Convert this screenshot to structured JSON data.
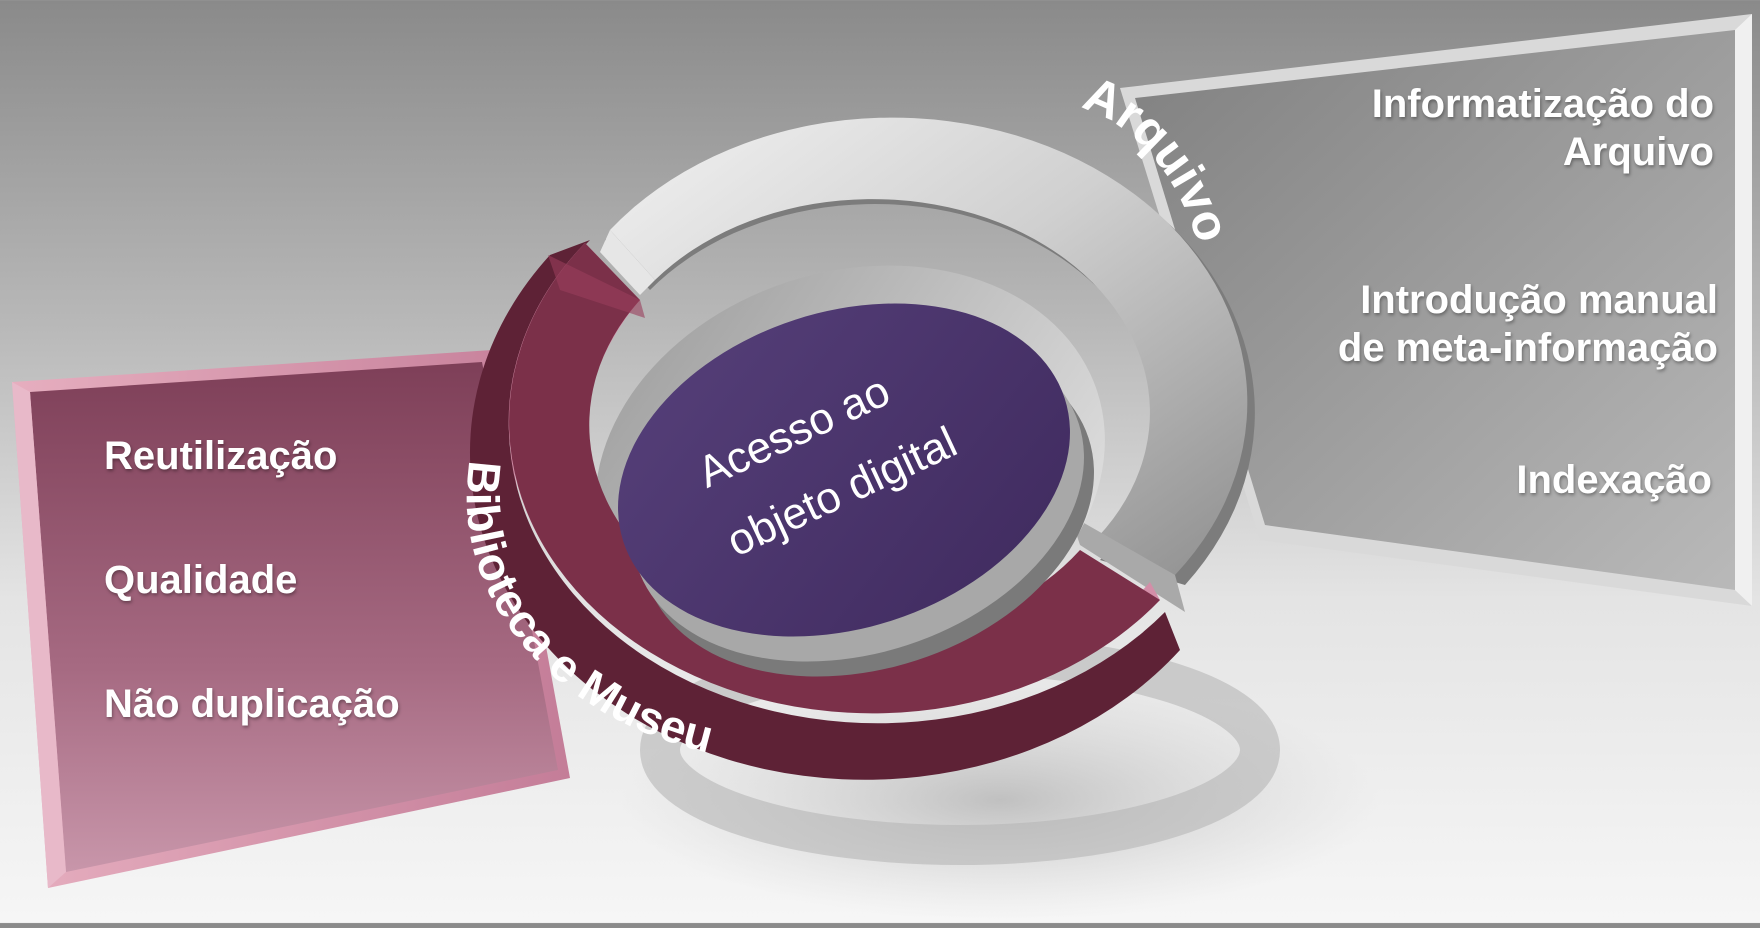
{
  "colors": {
    "ring_library": "#7b3049",
    "ring_archive": "#c9c9c9",
    "center": "#4b3369",
    "left_panel": "#9a5a72",
    "right_panel": "#9c9c9c"
  },
  "diagram": {
    "center_label_line1": "Acesso ao",
    "center_label_line2": "objeto digital",
    "ring_label_archive": "Arquivo",
    "ring_label_library": "Biblioteca e Museu"
  },
  "left_panel": {
    "items": [
      "Reutilização",
      "Qualidade",
      "Não duplicação"
    ]
  },
  "right_panel": {
    "item1_line1": "Informatização do",
    "item1_line2": "Arquivo",
    "item2_line1": "Introdução manual",
    "item2_line2": "de  meta-informação",
    "item3": "Indexação"
  }
}
